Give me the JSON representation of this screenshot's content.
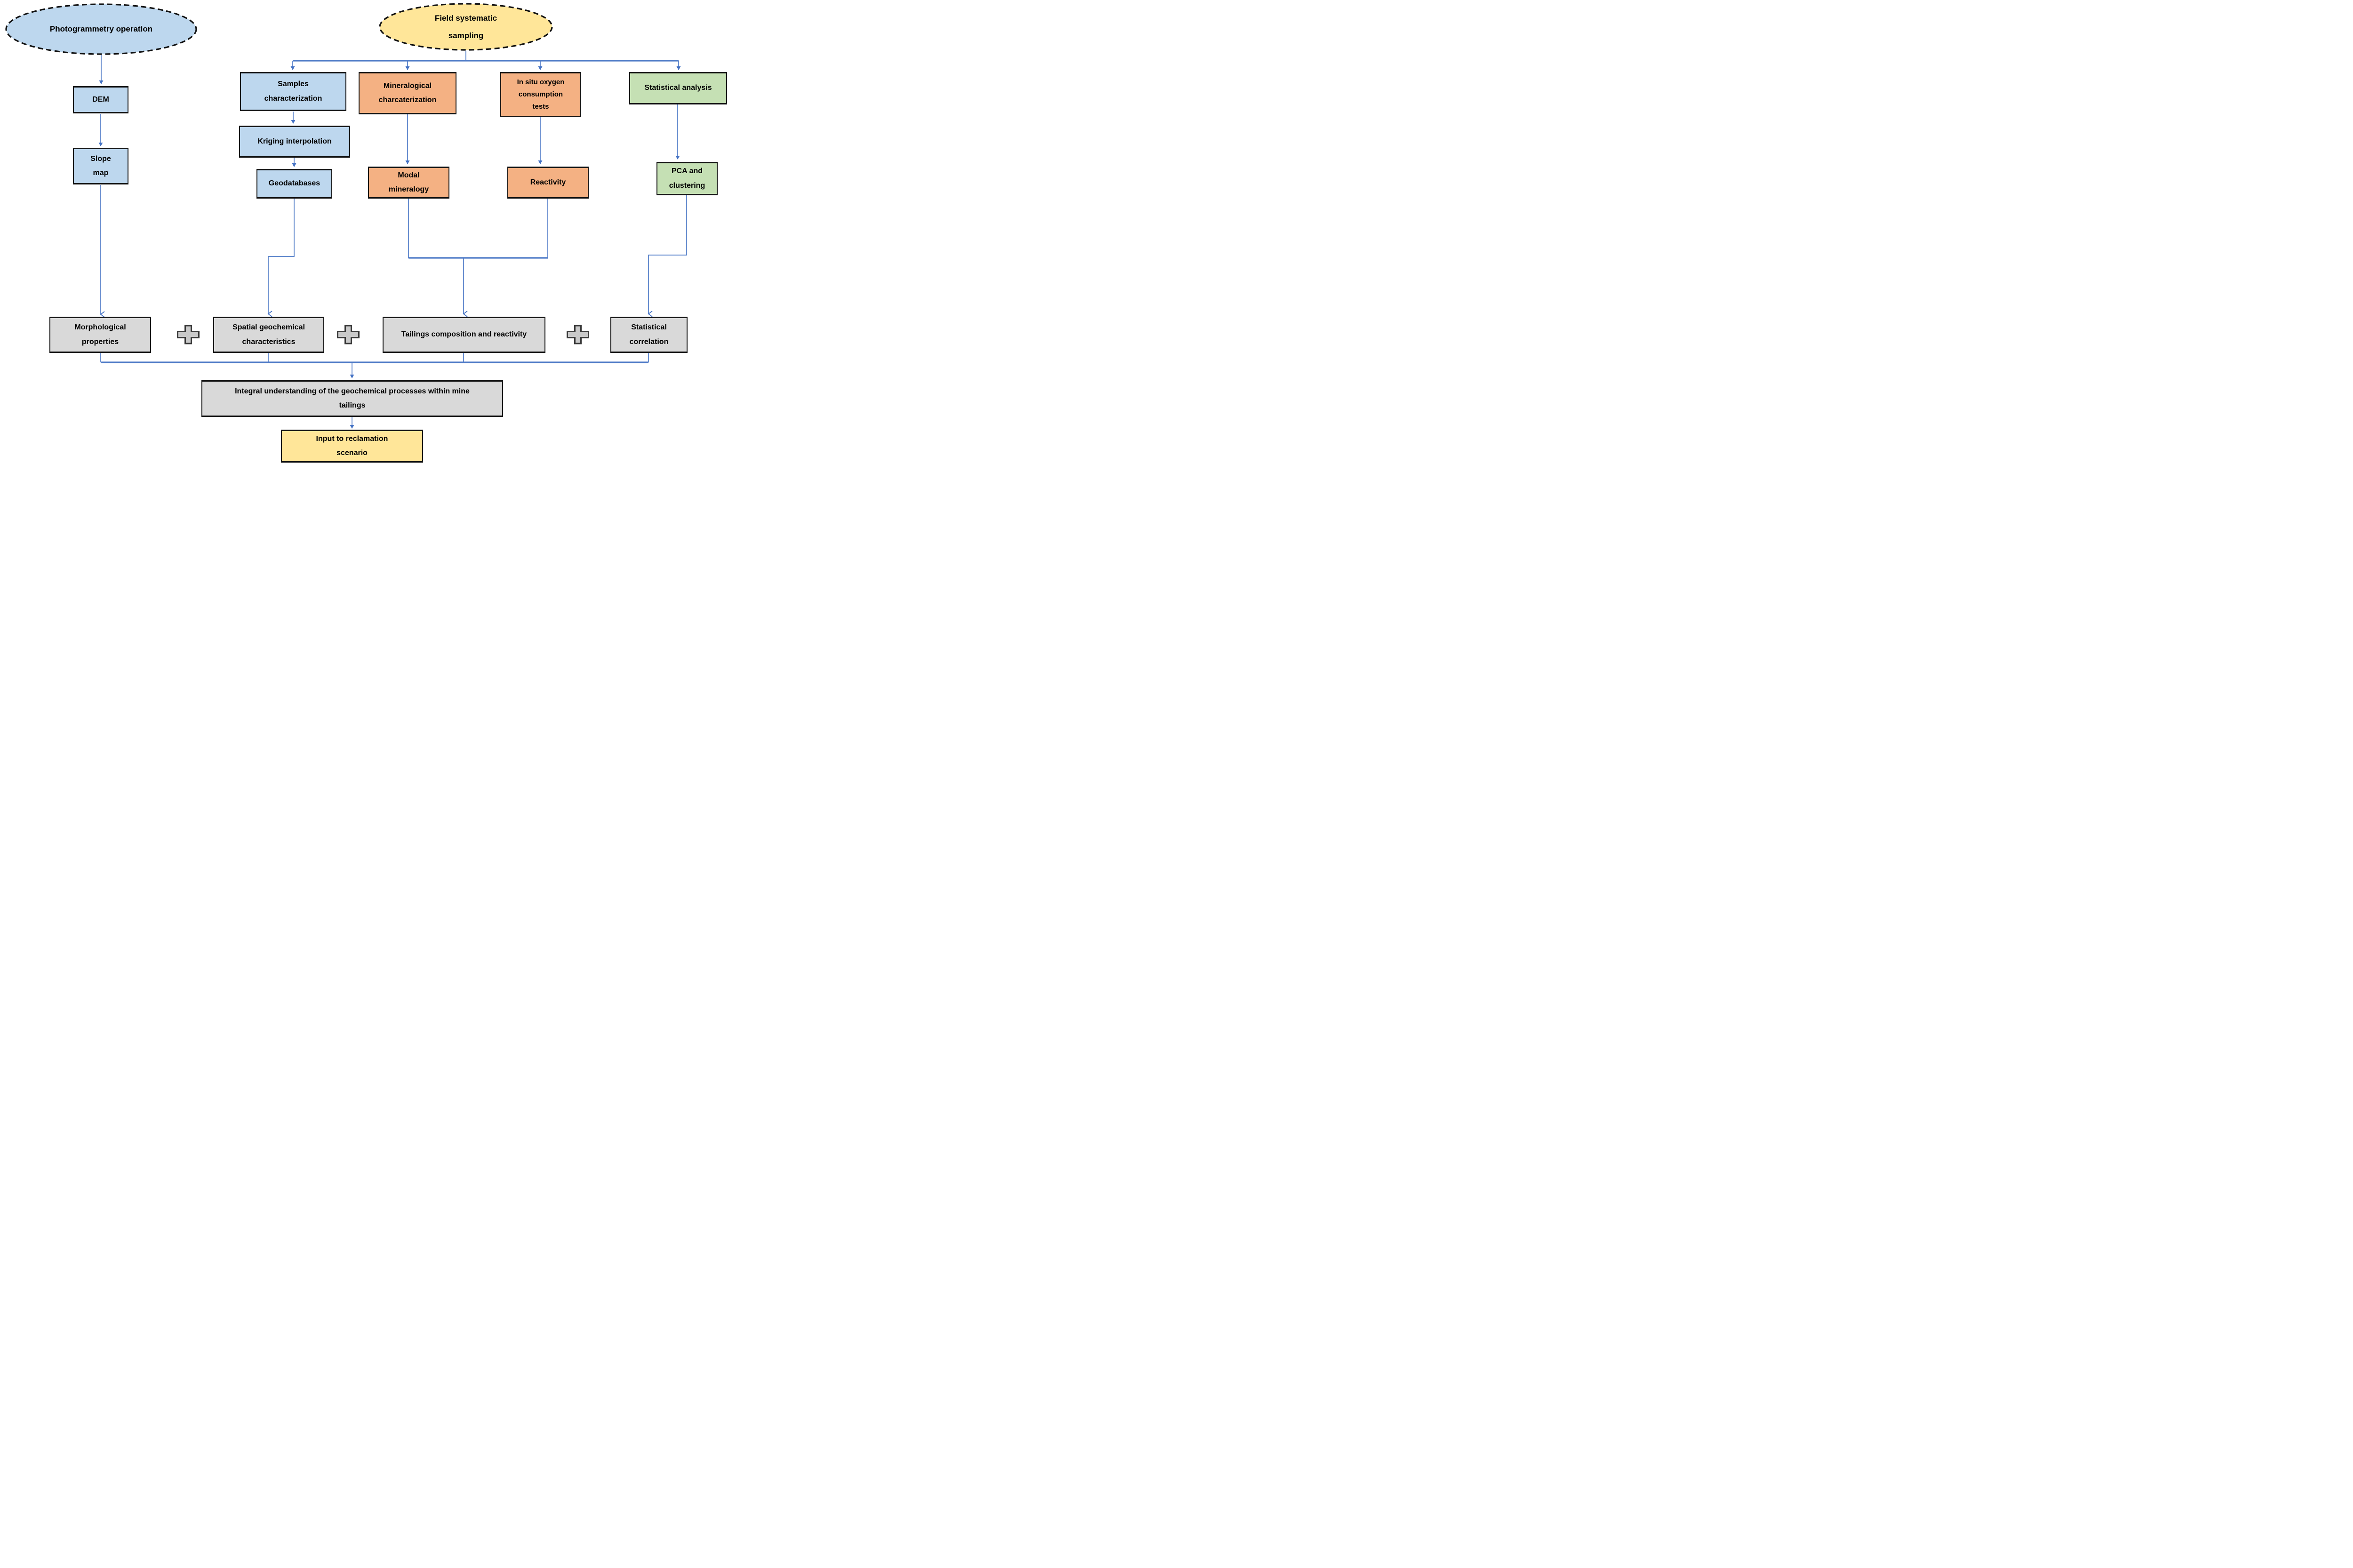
{
  "diagram": {
    "kind": "flowchart",
    "description": "Workflow combining photogrammetry and field systematic sampling of mine tailings toward reclamation scenario input"
  },
  "colors": {
    "blue_fill": "#BDD7EE",
    "orange_fill": "#F4B183",
    "green_fill": "#C5E0B4",
    "yellow_fill": "#FFE699",
    "gray_fill": "#D9D9D9",
    "plus_fill": "#C9C9C9",
    "plus_border": "#3a3a3a",
    "box_border": "#141414",
    "connector_line": "#4f7bc7",
    "arrowhead": "#4472C4",
    "text": "#000000"
  },
  "nodes": {
    "photogrammetry": {
      "label": "Photogrammetry operation",
      "shape": "ellipse-dashed",
      "fill": "#BDD7EE"
    },
    "field_sampling": {
      "label": "Field systematic sampling",
      "shape": "ellipse-dashed",
      "fill": "#FFE699"
    },
    "dem": {
      "label": "DEM",
      "fill": "#BDD7EE"
    },
    "slope_map": {
      "label": "Slope map",
      "fill": "#BDD7EE"
    },
    "samples_characterization": {
      "label": "Samples characterization",
      "fill": "#BDD7EE"
    },
    "kriging_interpolation": {
      "label": "Kriging interpolation",
      "fill": "#BDD7EE"
    },
    "geodatabases": {
      "label": "Geodatabases",
      "fill": "#BDD7EE"
    },
    "mineralogical_characterization": {
      "label": "Mineralogical charcaterization",
      "fill": "#F4B183"
    },
    "modal_mineralogy": {
      "label": "Modal mineralogy",
      "fill": "#F4B183"
    },
    "in_situ_oxygen": {
      "label": "In situ oxygen consumption tests",
      "fill": "#F4B183"
    },
    "reactivity": {
      "label": "Reactivity",
      "fill": "#F4B183"
    },
    "statistical_analysis": {
      "label": "Statistical analysis",
      "fill": "#C5E0B4"
    },
    "pca_clustering": {
      "label": "PCA and clustering",
      "fill": "#C5E0B4"
    },
    "morphological_properties": {
      "label": "Morphological properties",
      "fill": "#D9D9D9"
    },
    "spatial_geochemical": {
      "label": "Spatial geochemical characteristics",
      "fill": "#D9D9D9"
    },
    "tailings_composition": {
      "label": "Tailings composition and reactivity",
      "fill": "#D9D9D9"
    },
    "statistical_correlation": {
      "label": "Statistical correlation",
      "fill": "#D9D9D9"
    },
    "integral_understanding": {
      "label": "Integral understanding of the geochemical processes within mine tailings",
      "fill": "#D9D9D9"
    },
    "input_reclamation": {
      "label": "Input to reclamation scenario",
      "fill": "#FFE699"
    }
  },
  "operators": {
    "plus_symbol": "+",
    "plus_count": 3,
    "meaning": "combination of the four intermediate results"
  },
  "edges": [
    {
      "from": "photogrammetry",
      "to": "dem"
    },
    {
      "from": "dem",
      "to": "slope_map"
    },
    {
      "from": "slope_map",
      "to": "morphological_properties"
    },
    {
      "from": "field_sampling",
      "to": "samples_characterization"
    },
    {
      "from": "field_sampling",
      "to": "mineralogical_characterization"
    },
    {
      "from": "field_sampling",
      "to": "in_situ_oxygen"
    },
    {
      "from": "field_sampling",
      "to": "statistical_analysis"
    },
    {
      "from": "samples_characterization",
      "to": "kriging_interpolation"
    },
    {
      "from": "kriging_interpolation",
      "to": "geodatabases"
    },
    {
      "from": "geodatabases",
      "to": "spatial_geochemical"
    },
    {
      "from": "mineralogical_characterization",
      "to": "modal_mineralogy"
    },
    {
      "from": "in_situ_oxygen",
      "to": "reactivity"
    },
    {
      "from": "modal_mineralogy",
      "to": "tailings_composition"
    },
    {
      "from": "reactivity",
      "to": "tailings_composition"
    },
    {
      "from": "statistical_analysis",
      "to": "pca_clustering"
    },
    {
      "from": "pca_clustering",
      "to": "statistical_correlation"
    },
    {
      "from": "morphological_properties",
      "to": "integral_understanding"
    },
    {
      "from": "spatial_geochemical",
      "to": "integral_understanding"
    },
    {
      "from": "tailings_composition",
      "to": "integral_understanding"
    },
    {
      "from": "statistical_correlation",
      "to": "integral_understanding"
    },
    {
      "from": "integral_understanding",
      "to": "input_reclamation"
    }
  ]
}
